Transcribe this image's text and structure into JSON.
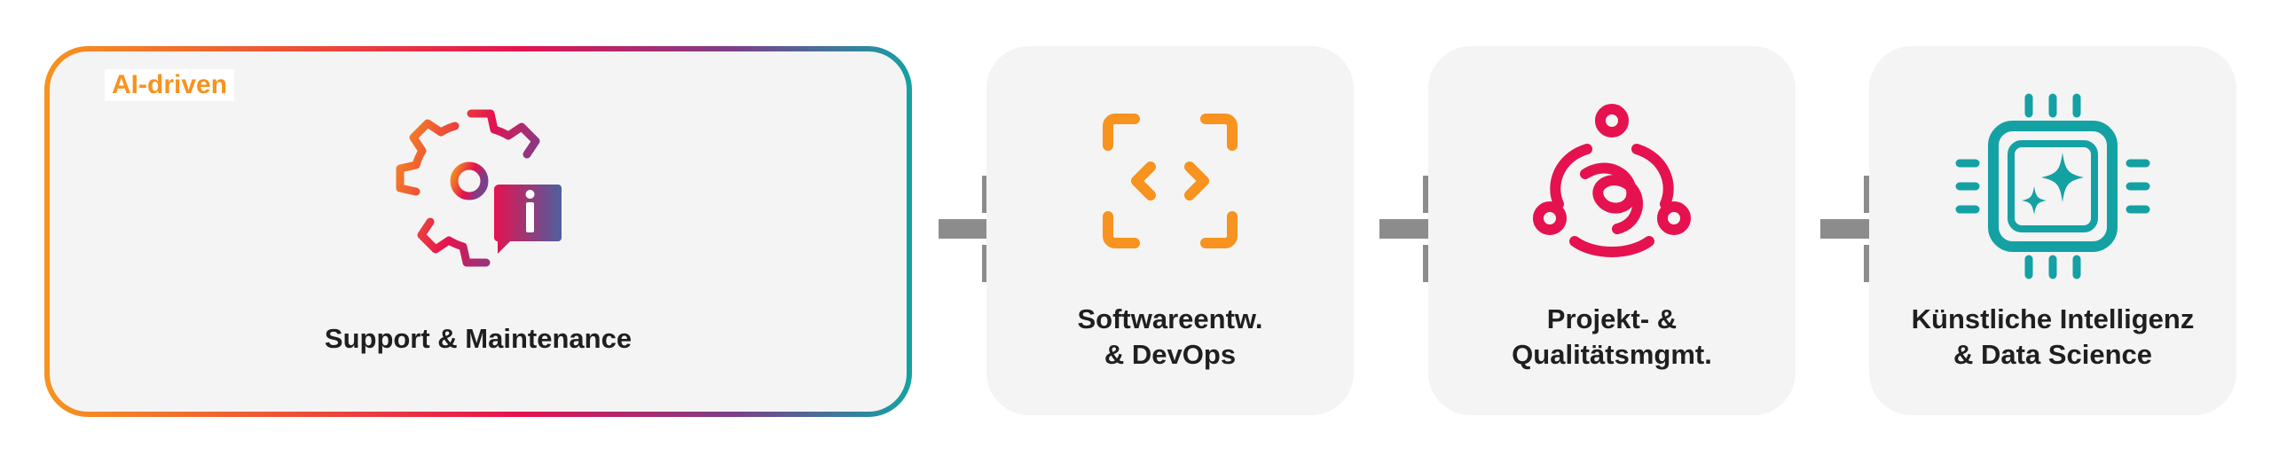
{
  "cards": [
    {
      "label": "Support & Maintenance",
      "badge": "AI-driven",
      "icon": "gear-chat-info-icon",
      "featured": true
    },
    {
      "label": "Softwareentw.\n& DevOps",
      "icon": "code-brackets-icon"
    },
    {
      "label": "Projekt- &\nQualitätsmgmt.",
      "icon": "team-circle-icon"
    },
    {
      "label": "Künstliche Intelligenz\n& Data Science",
      "icon": "ai-chip-icon"
    }
  ],
  "connector_icon": "plus-icon",
  "colors": {
    "orange": "#f7931e",
    "magenta": "#e5124f",
    "purple": "#7b3f8c",
    "teal": "#14a1a4",
    "plus_gray": "#8c8c8c",
    "card_bg": "#f4f4f4",
    "text": "#1f1f1f"
  }
}
